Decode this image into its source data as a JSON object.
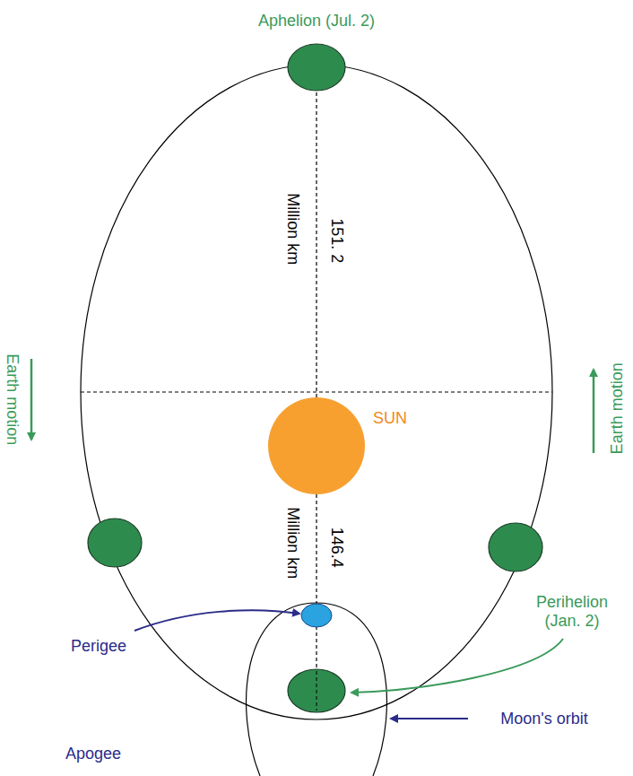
{
  "diagram": {
    "nodes": [
      {
        "text": [
          "Aphelion (Jul. 2)"
        ]
      },
      {
        "text": [
          "SUN"
        ]
      }
    ],
    "labels": [
      "151. 2",
      "Million km",
      "146.4",
      "Million km",
      "Earth motion",
      "Earth motion",
      "Perigee",
      "Perihelion (Jan. 2)",
      "Apogee",
      "Moon's orbit"
    ]
  }
}
